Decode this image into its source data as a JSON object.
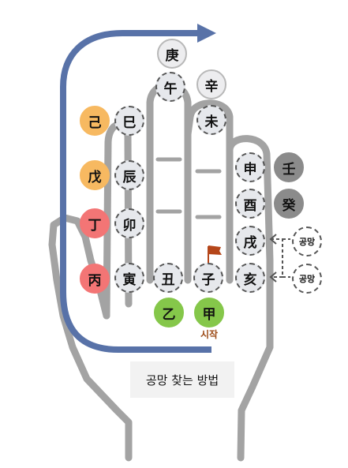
{
  "diagram": {
    "caption": "공망 찾는 방법",
    "start_label": "시작",
    "colors": {
      "hand_outline": "#a3a3a3",
      "arrow": "#5872a8",
      "branch_fill": "#e6e8ec",
      "stem_orange": "#f7b961",
      "stem_red": "#f37575",
      "stem_green": "#85c74a",
      "stem_gray": "#8b8b8b",
      "flag": "#b5461a"
    },
    "branches": [
      {
        "char": "子"
      },
      {
        "char": "丑"
      },
      {
        "char": "寅"
      },
      {
        "char": "卯"
      },
      {
        "char": "辰"
      },
      {
        "char": "巳"
      },
      {
        "char": "午"
      },
      {
        "char": "未"
      },
      {
        "char": "申"
      },
      {
        "char": "酉"
      },
      {
        "char": "戌"
      },
      {
        "char": "亥"
      }
    ],
    "stems": [
      {
        "char": "甲"
      },
      {
        "char": "乙"
      },
      {
        "char": "丙"
      },
      {
        "char": "丁"
      },
      {
        "char": "戊"
      },
      {
        "char": "己"
      },
      {
        "char": "庚"
      },
      {
        "char": "辛"
      },
      {
        "char": "壬"
      },
      {
        "char": "癸"
      }
    ],
    "gongmang": [
      {
        "label": "공망"
      },
      {
        "label": "공망"
      }
    ]
  }
}
